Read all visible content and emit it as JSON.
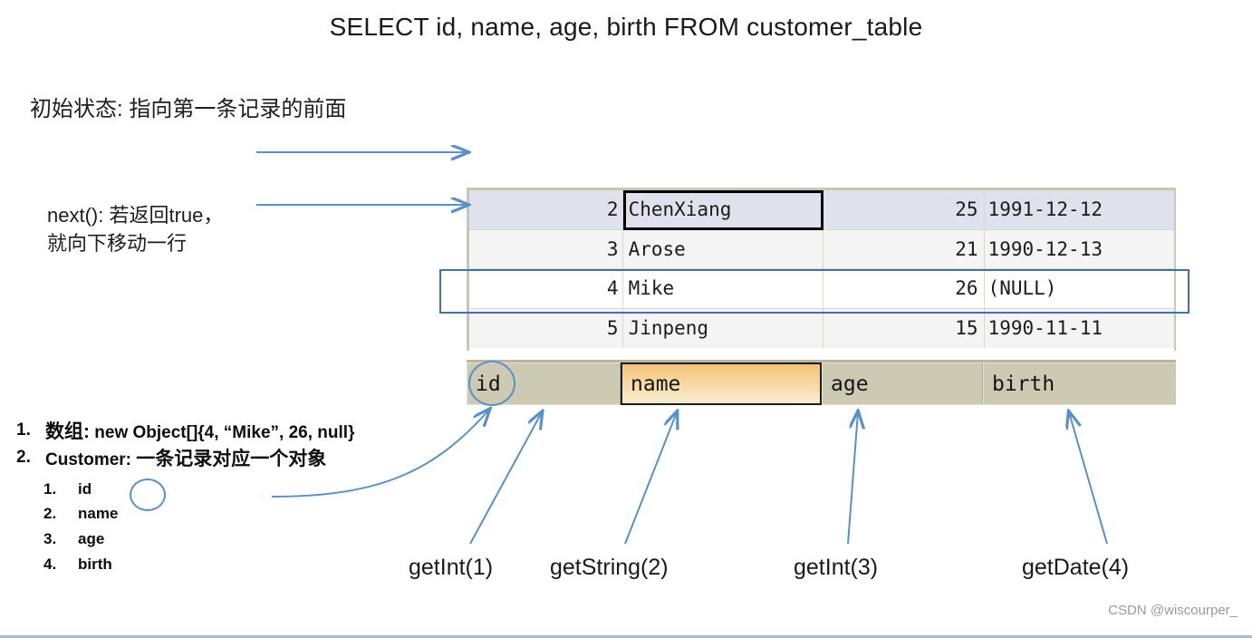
{
  "title": "SELECT id, name, age, birth FROM customer_table",
  "annotations": {
    "initial_state": "初始状态: 指向第一条记录的前面",
    "next_line1": "next(): 若返回true，",
    "next_line2": "就向下移动一行"
  },
  "table": {
    "columns": [
      "id",
      "name",
      "age",
      "birth"
    ],
    "rows": [
      {
        "id": "2",
        "name": "ChenXiang",
        "age": "25",
        "birth": "1991-12-12"
      },
      {
        "id": "3",
        "name": "Arose",
        "age": "21",
        "birth": "1990-12-13"
      },
      {
        "id": "4",
        "name": "Mike",
        "age": "26",
        "birth": "(NULL)"
      },
      {
        "id": "5",
        "name": "Jinpeng",
        "age": "15",
        "birth": "1990-11-11"
      }
    ],
    "focused_cell": "ChenXiang",
    "highlighted_row_id": "4",
    "highlighted_header": "name"
  },
  "bullets": {
    "item1_num": "1.",
    "item1_label": "数组:",
    "item1_value": "new Object[]{4, “Mike”, 26, null}",
    "item2_num": "2.",
    "item2_label": "Customer:",
    "item2_value": "一条记录对应一个对象",
    "sub": [
      {
        "num": "1.",
        "label": "id"
      },
      {
        "num": "2.",
        "label": "name"
      },
      {
        "num": "3.",
        "label": "age"
      },
      {
        "num": "4.",
        "label": "birth"
      }
    ]
  },
  "getters": {
    "g1": "getInt(1)",
    "g2": "getString(2)",
    "g3": "getInt(3)",
    "g4": "getDate(4)"
  },
  "watermark": "CSDN @wiscourper_",
  "colors": {
    "arrow_blue": "#5b8fc9",
    "selection_blue": "#4472a8",
    "row_highlight": "#dfe2ec",
    "header_tan": "#cdcab4",
    "name_gradient_top": "#f3c279",
    "name_gradient_bottom": "#f9ecd2"
  }
}
